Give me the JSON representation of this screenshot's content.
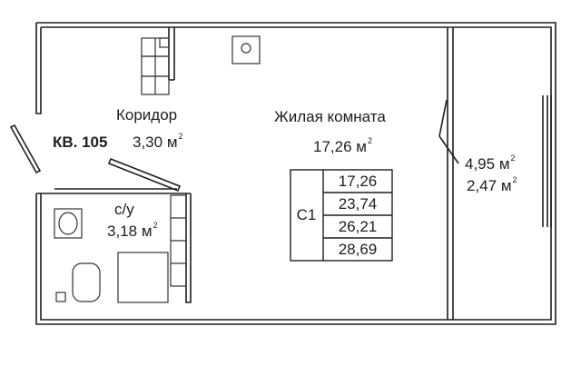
{
  "apartment": {
    "label": "КВ. 105"
  },
  "rooms": {
    "corridor": {
      "name": "Коридор",
      "area": "3,30",
      "unit": "м",
      "unit_sup": "2"
    },
    "living": {
      "name": "Жилая комната",
      "area": "17,26",
      "unit": "м",
      "unit_sup": "2"
    },
    "bathroom": {
      "name": "с/у",
      "area": "3,18",
      "unit": "м",
      "unit_sup": "2"
    },
    "balcony": {
      "area": "4,95",
      "unit": "м",
      "unit_sup": "2",
      "area_reduced": "2,47",
      "unit2": "м",
      "unit_sup2": "2"
    }
  },
  "spec_table": {
    "code": "С1",
    "values": [
      "17,26",
      "23,74",
      "26,21",
      "28,69"
    ]
  },
  "colors": {
    "wall": "#1e1e1e",
    "fixture": "#333333",
    "background": "#ffffff"
  }
}
